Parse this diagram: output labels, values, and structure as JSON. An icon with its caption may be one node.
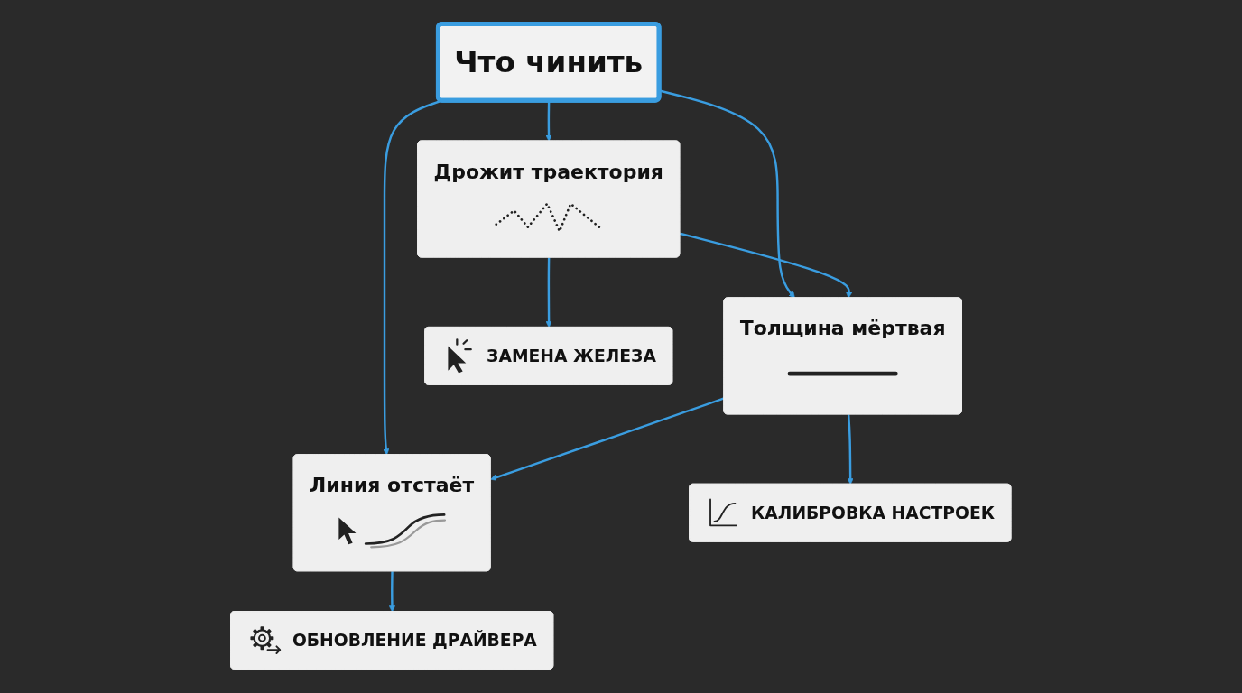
{
  "diagram": {
    "nodes": [
      {
        "text": [
          "Что чинить"
        ]
      },
      {
        "text": [
          "Дрожит траектория"
        ]
      },
      {
        "text": [
          "Толщина мёртвая"
        ]
      },
      {
        "text": [
          "Линия отстаёт"
        ]
      },
      {
        "text": [
          "ЗАМЕНА ЖЕЛЕЗА"
        ]
      },
      {
        "text": [
          "КАЛИБРОВКА НАСТРОЕК"
        ]
      },
      {
        "text": [
          "ОБНОВЛЕНИЕ ДРАЙВЕРА"
        ]
      }
    ],
    "edges": [
      {
        "from": 0,
        "to": 1,
        "arrow": "to"
      },
      {
        "from": 0,
        "to": 2,
        "arrow": "to"
      },
      {
        "from": 0,
        "to": 3,
        "arrow": "to"
      },
      {
        "from": 1,
        "to": 2,
        "arrow": "to"
      },
      {
        "from": 2,
        "to": 3,
        "arrow": "to"
      },
      {
        "from": 1,
        "to": 4,
        "arrow": "to"
      },
      {
        "from": 2,
        "to": 5,
        "arrow": "to"
      },
      {
        "from": 3,
        "to": 6,
        "arrow": "to"
      }
    ]
  }
}
